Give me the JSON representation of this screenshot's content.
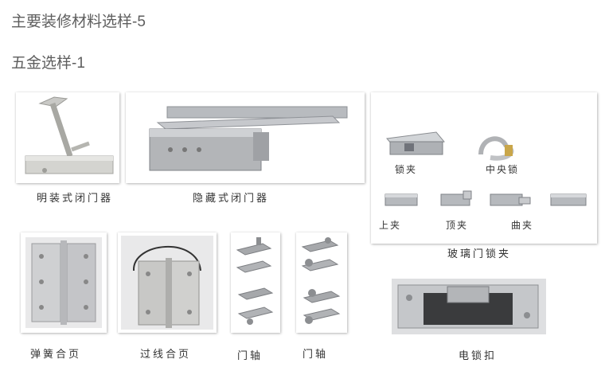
{
  "page": {
    "title": "主要装修材料选样-5",
    "section": "五金选样-1"
  },
  "items": {
    "exposed_closer": "明装式闭门器",
    "concealed_closer": "隐藏式闭门器",
    "glass_lock_group": "玻璃门锁夹",
    "lock_clamp": "锁夹",
    "central_lock": "中央锁",
    "top_clamp": "上夹",
    "top_corner_clamp": "顶夹",
    "curved_clamp": "曲夹",
    "spring_hinge": "弹簧合页",
    "wired_hinge": "过线合页",
    "door_pivot_1": "门轴",
    "door_pivot_2": "门轴",
    "electric_strike": "电锁扣"
  }
}
